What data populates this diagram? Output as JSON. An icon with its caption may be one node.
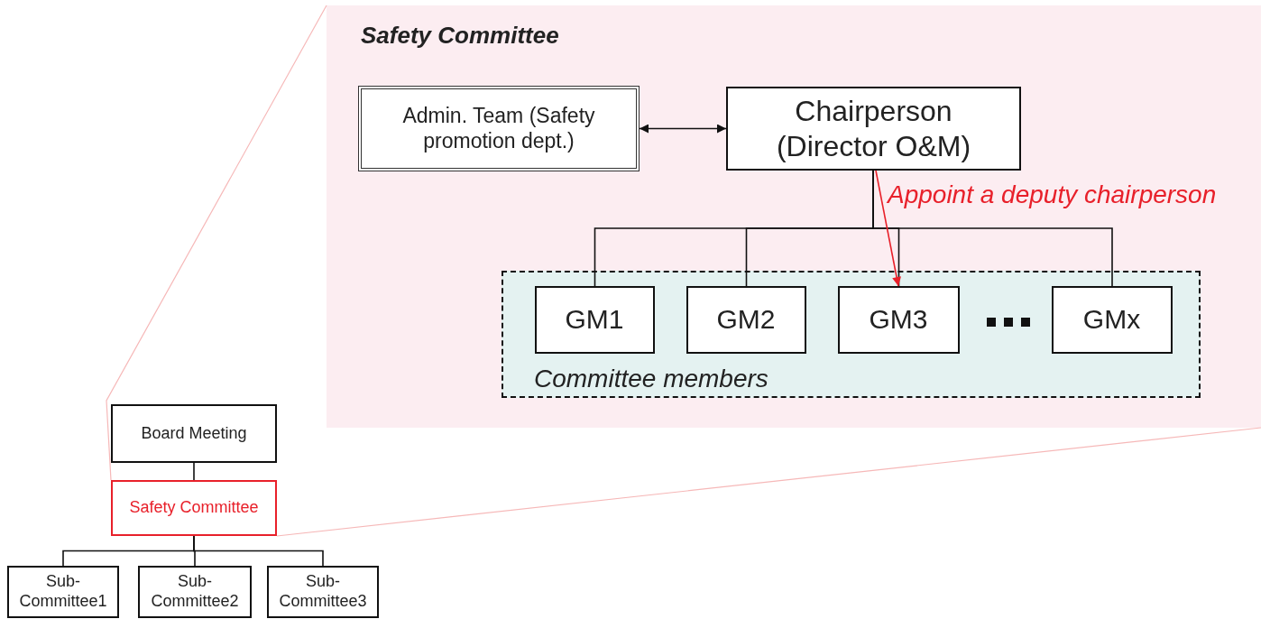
{
  "diagram": {
    "nodes": [
      {
        "text": [
          "Board Meeting"
        ]
      },
      {
        "text": [
          "Safety Committee"
        ]
      },
      {
        "text": [
          "Sub-Committee1"
        ]
      },
      {
        "text": [
          "Sub-Committee2"
        ]
      },
      {
        "text": [
          "Sub-Committee3"
        ]
      },
      {
        "text": [
          "Safety Committee"
        ]
      },
      {
        "text": [
          "Admin. Team (Safety promotion dept.)"
        ],
        "in": 5
      },
      {
        "text": [
          "Chairperson (Director O&M)"
        ],
        "in": 5
      },
      {
        "text": [
          "Committee members"
        ],
        "in": 5
      },
      {
        "text": [
          "GM1"
        ],
        "in": 8
      },
      {
        "text": [
          "GM2"
        ],
        "in": 8
      },
      {
        "text": [
          "GM3"
        ],
        "in": 8
      },
      {
        "text": [
          "GMx"
        ],
        "in": 8
      }
    ],
    "edges": [
      {
        "from": 0,
        "to": 1,
        "arrow": "none"
      },
      {
        "from": 1,
        "to": 2,
        "arrow": "none"
      },
      {
        "from": 1,
        "to": 3,
        "arrow": "none"
      },
      {
        "from": 1,
        "to": 4,
        "arrow": "none"
      },
      {
        "from": 1,
        "to": 5,
        "arrow": "none",
        "color": "#f6b8b8"
      },
      {
        "from": 1,
        "to": 5,
        "arrow": "none",
        "color": "#f6b8b8"
      },
      {
        "from": 6,
        "to": 7,
        "arrow": "both"
      },
      {
        "from": 7,
        "to": 9,
        "arrow": "none"
      },
      {
        "from": 7,
        "to": 10,
        "arrow": "none"
      },
      {
        "from": 7,
        "to": 11,
        "arrow": "none"
      },
      {
        "from": 7,
        "to": 12,
        "arrow": "none"
      },
      {
        "from": 7,
        "to": 11,
        "arrow": "to",
        "label": "Appoint a deputy chairperson",
        "color": "#e8202a"
      }
    ]
  }
}
